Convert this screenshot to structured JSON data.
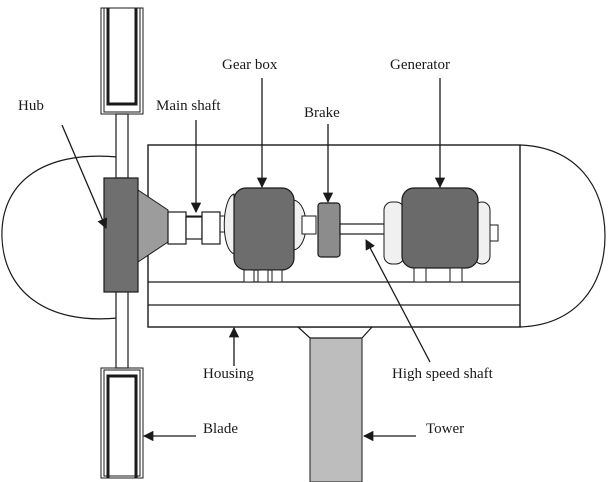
{
  "labels": {
    "hub": "Hub",
    "main_shaft": "Main shaft",
    "gear_box": "Gear box",
    "brake": "Brake",
    "generator": "Generator",
    "housing": "Housing",
    "high_speed_shaft": "High speed shaft",
    "blade": "Blade",
    "tower": "Tower"
  },
  "colors": {
    "line": "#1a1a1a",
    "hub_fill": "#6f6f6f",
    "gearbox_fill": "#6d6d6d",
    "brake_fill": "#8c8c8c",
    "generator_fill": "#6a6a6a",
    "cone_fill": "#9c9c9c",
    "tower_fill": "#bdbdbd",
    "light_fill": "#f0f0f0"
  }
}
